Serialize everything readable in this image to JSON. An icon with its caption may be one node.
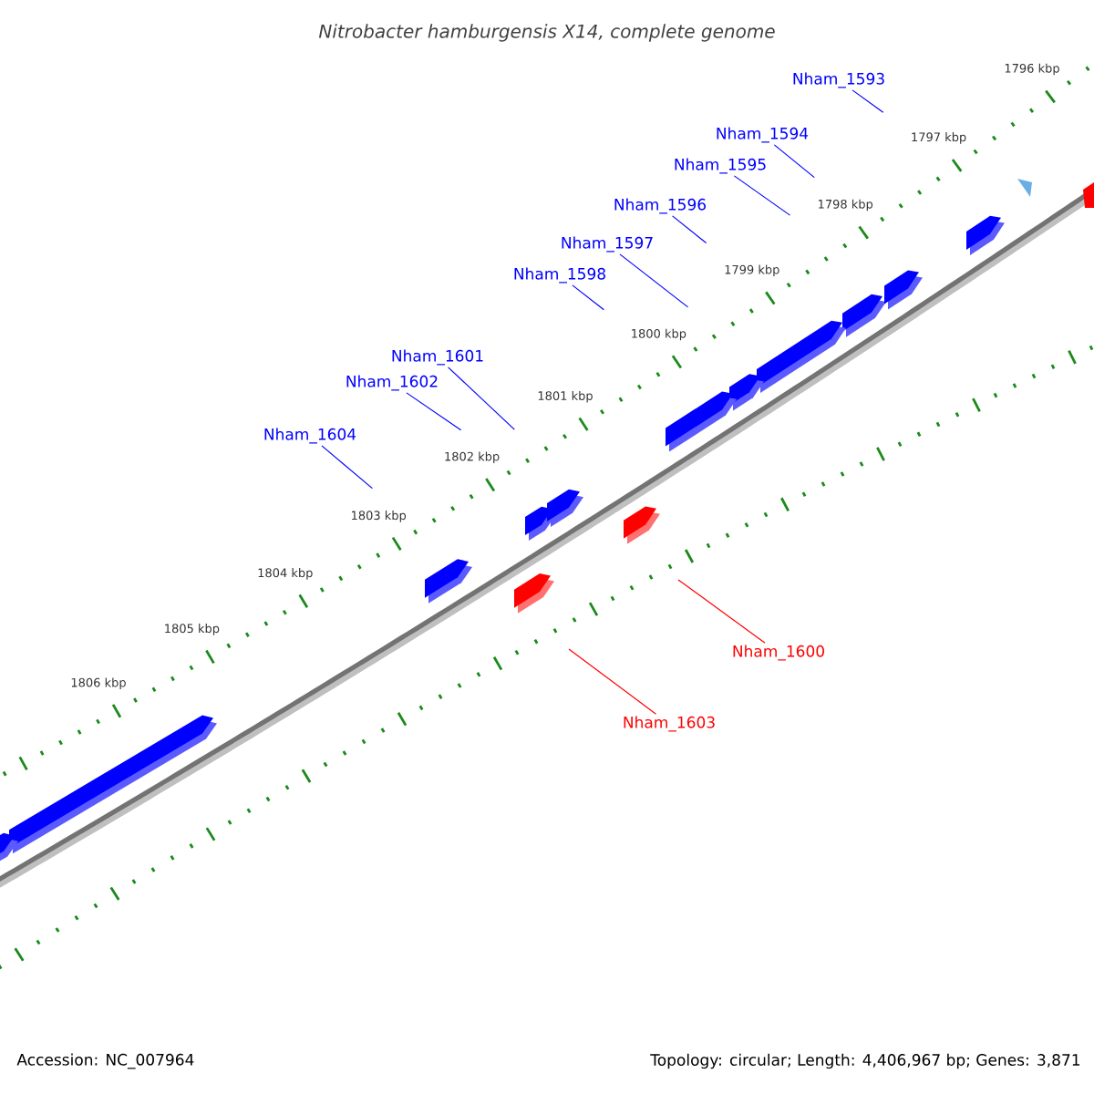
{
  "diagram": {
    "title": "Nitrobacter hamburgensis X14, complete genome",
    "nodes": [
      {
        "text": [
          "Nham_1593"
        ]
      },
      {
        "text": [
          "Nham_1594"
        ]
      },
      {
        "text": [
          "Nham_1595"
        ]
      },
      {
        "text": [
          "Nham_1596"
        ]
      },
      {
        "text": [
          "Nham_1597"
        ]
      },
      {
        "text": [
          "Nham_1598"
        ]
      },
      {
        "text": [
          "Nham_1601"
        ]
      },
      {
        "text": [
          "Nham_1602"
        ]
      },
      {
        "text": [
          "Nham_1604"
        ]
      },
      {
        "text": [
          "Nham_1600"
        ]
      },
      {
        "text": [
          "Nham_1603"
        ]
      }
    ],
    "edges": [
      {
        "from": 0,
        "to": null,
        "arrow": "none"
      },
      {
        "from": 1,
        "to": null,
        "arrow": "none"
      },
      {
        "from": 2,
        "to": null,
        "arrow": "none"
      },
      {
        "from": 3,
        "to": null,
        "arrow": "none"
      },
      {
        "from": 4,
        "to": null,
        "arrow": "none"
      },
      {
        "from": 5,
        "to": null,
        "arrow": "none"
      },
      {
        "from": 6,
        "to": null,
        "arrow": "none"
      },
      {
        "from": 7,
        "to": null,
        "arrow": "none"
      },
      {
        "from": 8,
        "to": null,
        "arrow": "none"
      },
      {
        "from": 9,
        "to": null,
        "arrow": "none",
        "color": "#ff0000"
      },
      {
        "from": 10,
        "to": null,
        "arrow": "none",
        "color": "#ff0000"
      }
    ],
    "labels": [
      "1796 kbp",
      "1797 kbp",
      "1798 kbp",
      "1799 kbp",
      "1800 kbp",
      "1801 kbp",
      "1802 kbp",
      "1803 kbp",
      "1804 kbp",
      "1805 kbp",
      "1806 kbp",
      "Accession: NC_007964",
      "Topology: circular; Length: 4,406,967 bp; Genes: 3,871"
    ]
  }
}
